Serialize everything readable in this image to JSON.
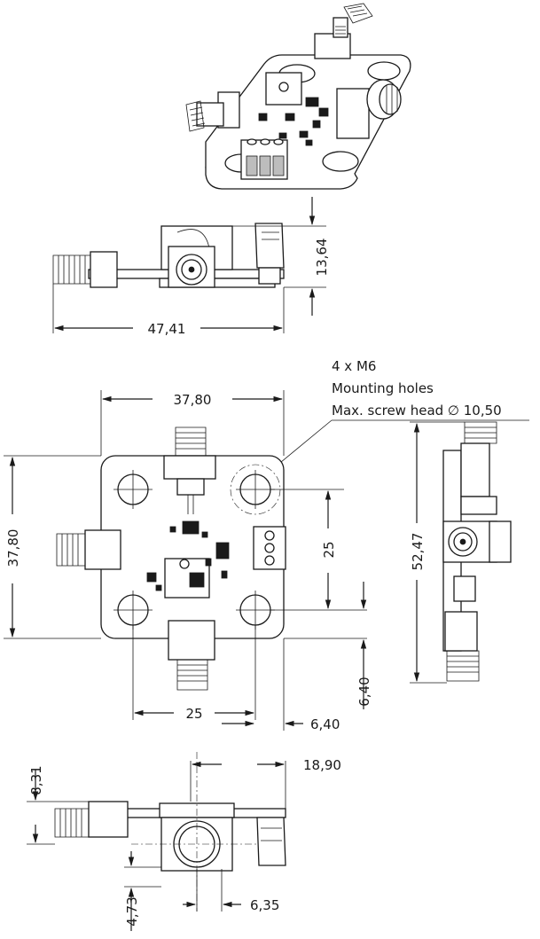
{
  "dimensions": {
    "side_height": "13,64",
    "side_width": "47,41",
    "top_width": "37,80",
    "top_height": "37,80",
    "hole_spacing_v": "25",
    "hole_spacing_h": "25",
    "right_height": "52,47",
    "edge_offset_v": "6,40",
    "edge_offset_h": "6,40",
    "front_width": "18,90",
    "front_height": "8,31",
    "front_offset_v": "4,73",
    "front_offset_h": "6,35"
  },
  "note": {
    "line1": "4 x M6",
    "line2": "Mounting holes",
    "line3": "Max. screw head ∅ 10,50"
  },
  "views": [
    "isometric-view",
    "side-view",
    "top-view",
    "right-view",
    "front-view"
  ]
}
